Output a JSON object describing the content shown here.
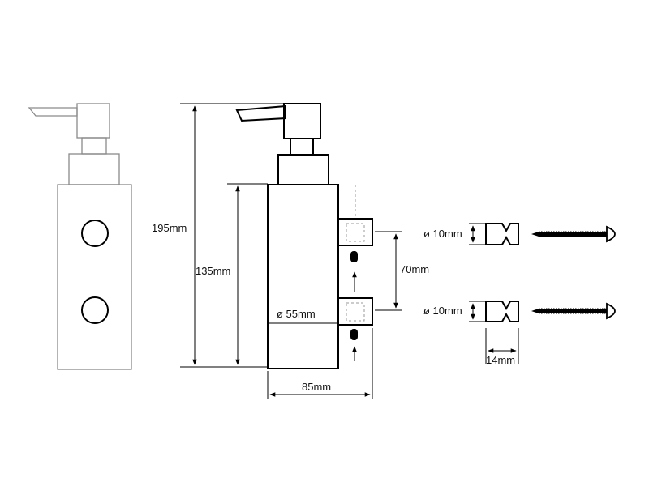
{
  "dimensions": {
    "overall_height": "195mm",
    "body_height": "135mm",
    "bracket_spacing": "70mm",
    "diameter": "ø 55mm",
    "width": "85mm",
    "plug_diameter_top": "ø 10mm",
    "plug_diameter_bottom": "ø 10mm",
    "plug_length": "14mm"
  },
  "colors": {
    "line": "#000000",
    "faded": "#8a8a8a"
  }
}
